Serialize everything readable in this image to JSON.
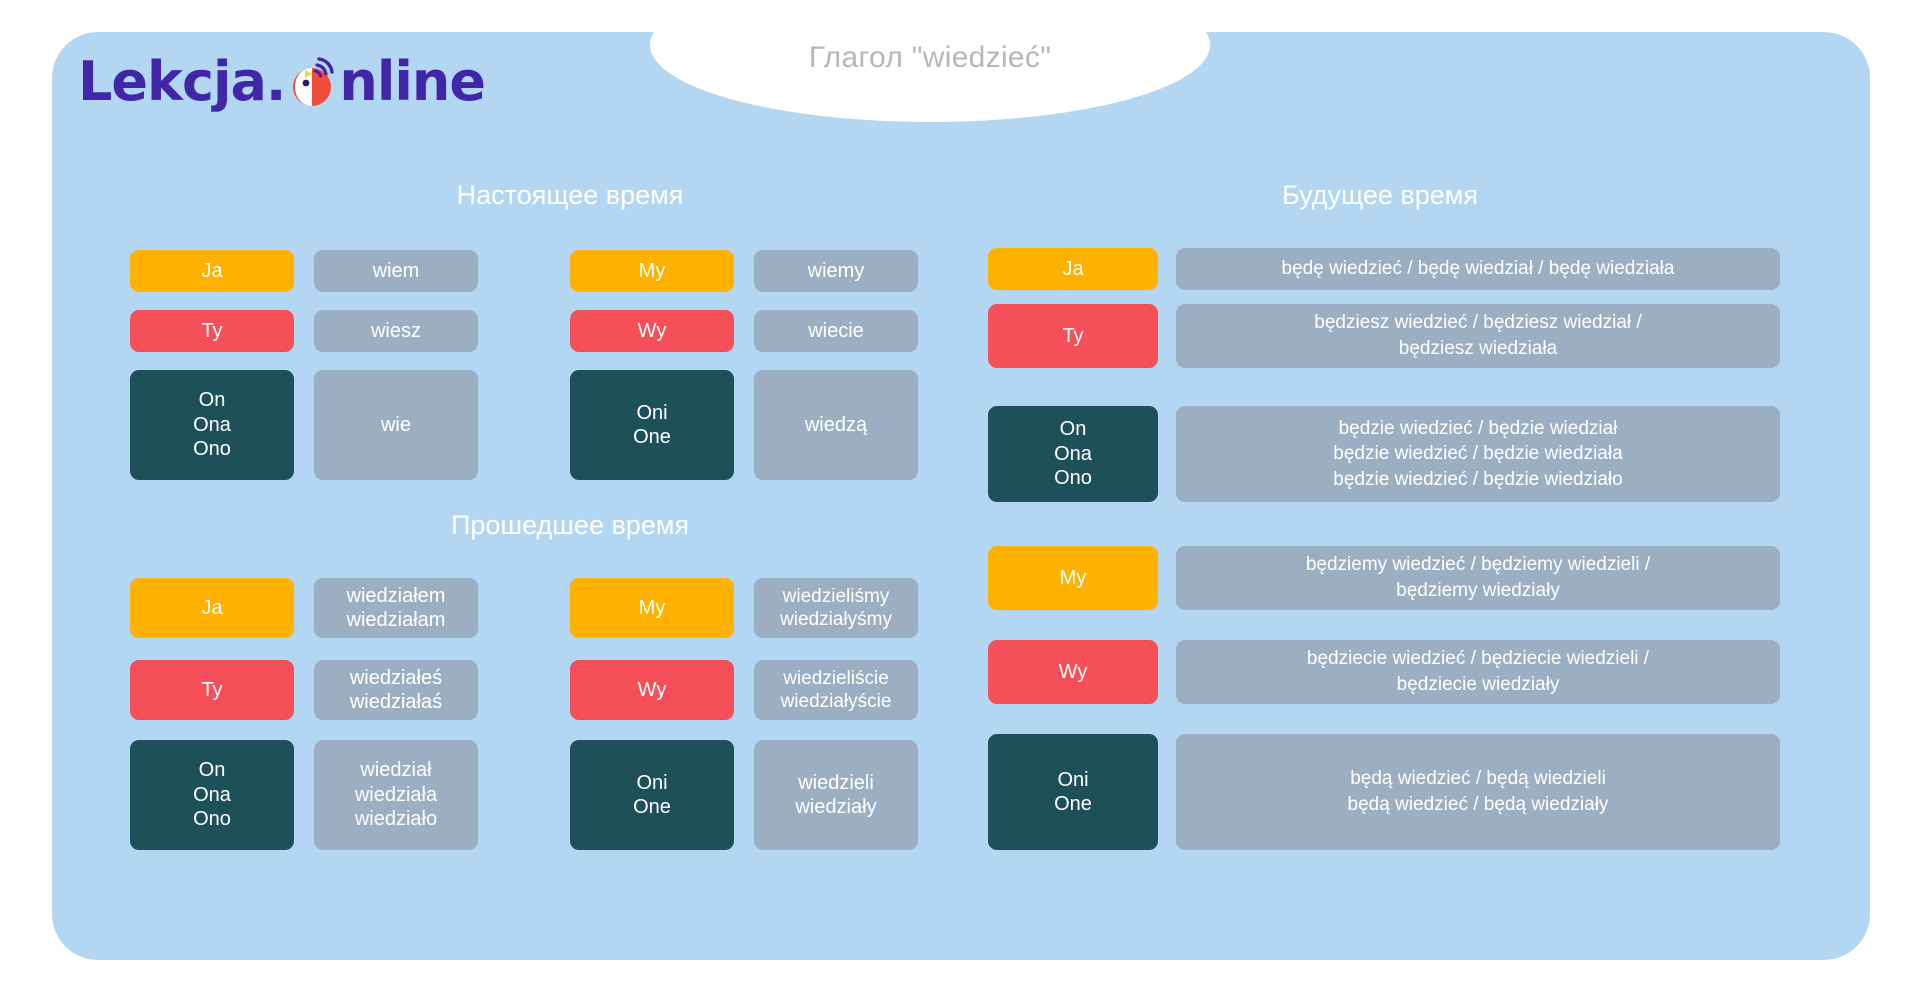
{
  "brand": {
    "name_part1": "Lekcja.",
    "icon": "owl-online-icon",
    "name_part2": "nline"
  },
  "header": {
    "title": "Глагол \"wiedzieć\""
  },
  "colors": {
    "background": "#b3d7f2",
    "orange": "#ffb100",
    "red": "#f5505a",
    "teal": "#1e505a",
    "gray": "#9cafc2",
    "brand_purple": "#4226a8",
    "title_gray": "#b7b7b7"
  },
  "sections": {
    "present": {
      "heading": "Настоящее время",
      "singular": [
        {
          "pronoun": "Ja",
          "color": "orange",
          "verb": "wiem"
        },
        {
          "pronoun": "Ty",
          "color": "red",
          "verb": "wiesz"
        },
        {
          "pronoun": "On\nOna\nOno",
          "color": "teal",
          "verb": "wie"
        }
      ],
      "plural": [
        {
          "pronoun": "My",
          "color": "orange",
          "verb": "wiemy"
        },
        {
          "pronoun": "Wy",
          "color": "red",
          "verb": "wiecie"
        },
        {
          "pronoun": "Oni\nOne",
          "color": "teal",
          "verb": "wiedzą"
        }
      ]
    },
    "past": {
      "heading": "Прошедшее время",
      "singular": [
        {
          "pronoun": "Ja",
          "color": "orange",
          "verb": "wiedziałem\nwiedziałam"
        },
        {
          "pronoun": "Ty",
          "color": "red",
          "verb": "wiedziałeś\nwiedziałaś"
        },
        {
          "pronoun": "On\nOna\nOno",
          "color": "teal",
          "verb": "wiedział\nwiedziała\nwiedziało"
        }
      ],
      "plural": [
        {
          "pronoun": "My",
          "color": "orange",
          "verb": "wiedzieliśmy\nwiedziałyśmy"
        },
        {
          "pronoun": "Wy",
          "color": "red",
          "verb": "wiedzieliście\nwiedziałyście"
        },
        {
          "pronoun": "Oni\nOne",
          "color": "teal",
          "verb": "wiedzieli\nwiedziały"
        }
      ]
    },
    "future": {
      "heading": "Будущее время",
      "rows": [
        {
          "pronoun": "Ja",
          "color": "orange",
          "verb": "będę wiedzieć / będę wiedział / będę wiedziała"
        },
        {
          "pronoun": "Ty",
          "color": "red",
          "verb": "będziesz wiedzieć / będziesz wiedział /\nbędziesz wiedziała"
        },
        {
          "pronoun": "On\nOna\nOno",
          "color": "teal",
          "verb": "będzie wiedzieć / będzie wiedział\nbędzie wiedzieć / będzie wiedziała\nbędzie wiedzieć / będzie wiedziało"
        },
        {
          "pronoun": "My",
          "color": "orange",
          "verb": "będziemy wiedzieć / będziemy wiedzieli /\nbędziemy wiedziały"
        },
        {
          "pronoun": "Wy",
          "color": "red",
          "verb": "będziecie wiedzieć / będziecie wiedzieli /\nbędziecie wiedziały"
        },
        {
          "pronoun": "Oni\nOne",
          "color": "teal",
          "verb": "będą wiedzieć / będą wiedzieli\nbędą wiedzieć / będą wiedziały"
        }
      ]
    }
  }
}
